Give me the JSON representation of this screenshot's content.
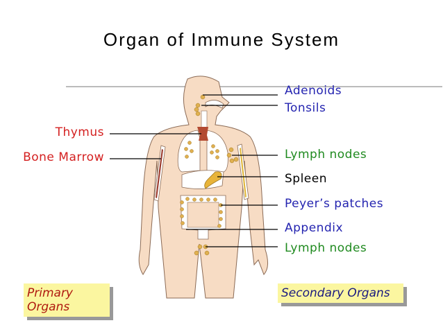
{
  "title": "Organ of Immune System",
  "left_labels": [
    {
      "text": "Thymus",
      "color": "#d42020"
    },
    {
      "text": "Bone Marrow",
      "color": "#d42020"
    }
  ],
  "right_labels": [
    {
      "text": "Adenoids",
      "color": "#2424b0"
    },
    {
      "text": "Tonsils",
      "color": "#2424b0"
    },
    {
      "text": "Lymph nodes",
      "color": "#1f8a1f"
    },
    {
      "text": "Spleen",
      "color": "#000000"
    },
    {
      "text": "Peyer’s patches",
      "color": "#2424b0"
    },
    {
      "text": "Appendix",
      "color": "#2424b0"
    },
    {
      "text": "Lymph nodes",
      "color": "#1f8a1f"
    }
  ],
  "legend": {
    "primary": "Primary Organs",
    "secondary": "Secondary Organs"
  }
}
